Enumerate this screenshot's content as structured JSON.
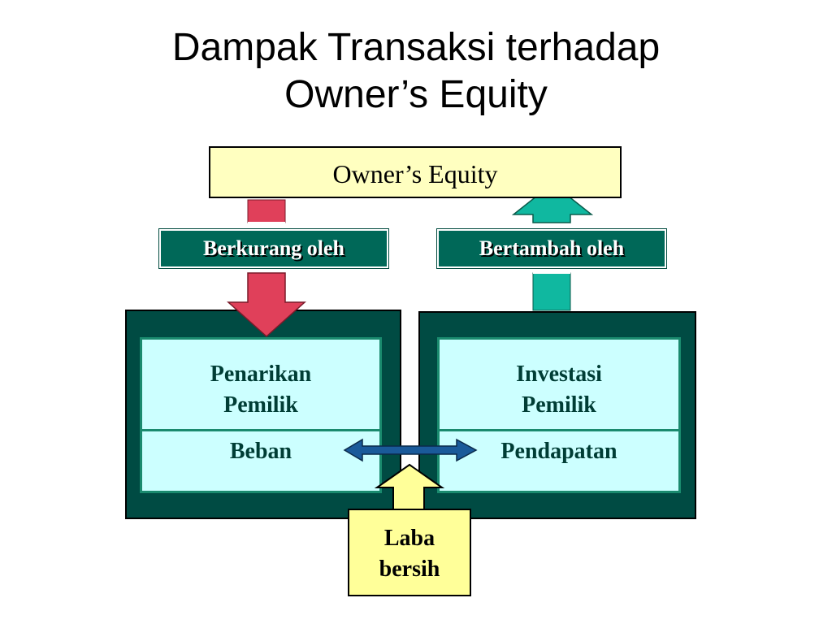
{
  "title": {
    "line1": "Dampak Transaksi terhadap",
    "line2": "Owner’s Equity"
  },
  "equity": {
    "label": "Owner’s Equity"
  },
  "decrease": {
    "label": "Berkurang oleh"
  },
  "increase": {
    "label": "Bertambah oleh"
  },
  "left_panel": {
    "top_line1": "Penarikan",
    "top_line2": "Pemilik",
    "bottom": "Beban"
  },
  "right_panel": {
    "top_line1": "Investasi",
    "top_line2": "Pemilik",
    "bottom": "Pendapatan"
  },
  "net_income": {
    "line1": "Laba",
    "line2": "bersih"
  },
  "colors": {
    "title_text": "#000000",
    "equity_box": "#ffffc0",
    "label_box": "#006858",
    "outer_panel": "#004b43",
    "inner_panel": "#ccffff",
    "down_arrow": "#e0405a",
    "up_arrow": "#10b8a0",
    "double_arrow": "#1a5a9a",
    "net_income_box": "#ffff99"
  }
}
